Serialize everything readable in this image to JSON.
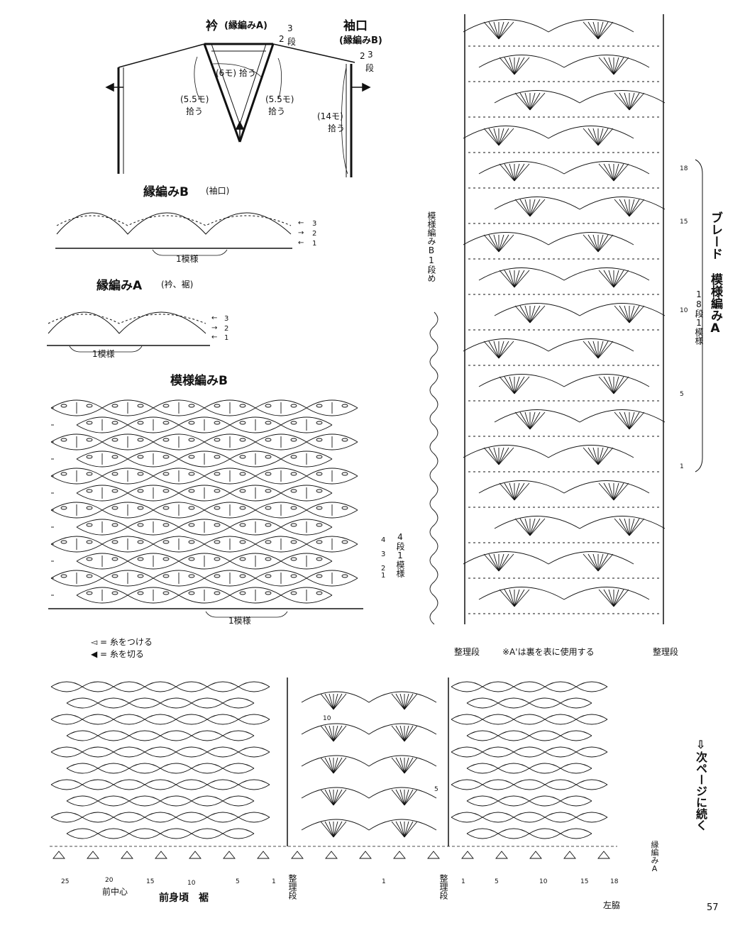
{
  "neck": {
    "title": "衿",
    "title_sub": "(縁編みA)",
    "pickup_center": "(6モ) 拾う",
    "pickup_left": "(5.5モ)",
    "pickup_left2": "拾う",
    "pickup_right": "(5.5モ)",
    "pickup_right2": "拾う",
    "rows_a": "2",
    "rows_b": "3",
    "rows_unit": "段"
  },
  "cuff": {
    "title": "袖口",
    "title_sub": "(縁編みB)",
    "rows_a": "2",
    "rows_b": "3",
    "rows_unit": "段",
    "pickup": "(14モ)",
    "pickup2": "拾う"
  },
  "edging_b": {
    "title": "縁編みB",
    "title_sub": "(袖口)",
    "repeat": "1模様",
    "rows": [
      "3",
      "2",
      "1"
    ]
  },
  "edging_a": {
    "title": "縁編みA",
    "title_sub": "(衿、裾)",
    "repeat": "1模様",
    "rows": [
      "3",
      "2",
      "1"
    ]
  },
  "pattern_b": {
    "title": "模様編みB",
    "repeat": "1模様",
    "row_labels": [
      "4",
      "3",
      "2",
      "1"
    ],
    "rows_note": "4段1模様"
  },
  "legend": {
    "attach": "◅ = 糸をつける",
    "cut": "◀ = 糸を切る"
  },
  "braid": {
    "title": "ブレード",
    "subtitle": "模様編みA",
    "rows_note": "18段1模様",
    "row_labels": [
      "18",
      "15",
      "10",
      "5",
      "1"
    ],
    "side_note": "模様編みB1段め",
    "setup_left": "整理段",
    "setup_right": "整理段",
    "reverse_note": "※A'は裏を表に使用する"
  },
  "bottom": {
    "title": "前身頃　裾",
    "center_front": "前中心",
    "left_side": "左脇",
    "setup1": "整理段",
    "setup2": "整理段",
    "edging_note": "縁編みA",
    "left_counts": [
      "25",
      "20",
      "15",
      "10",
      "5",
      "1"
    ],
    "center_count": "1",
    "right_counts": [
      "1",
      "5",
      "10",
      "15",
      "18"
    ],
    "braid_rows": [
      "10",
      "5"
    ]
  },
  "continue_note": "⇩次ページに続く",
  "page_number": "57"
}
